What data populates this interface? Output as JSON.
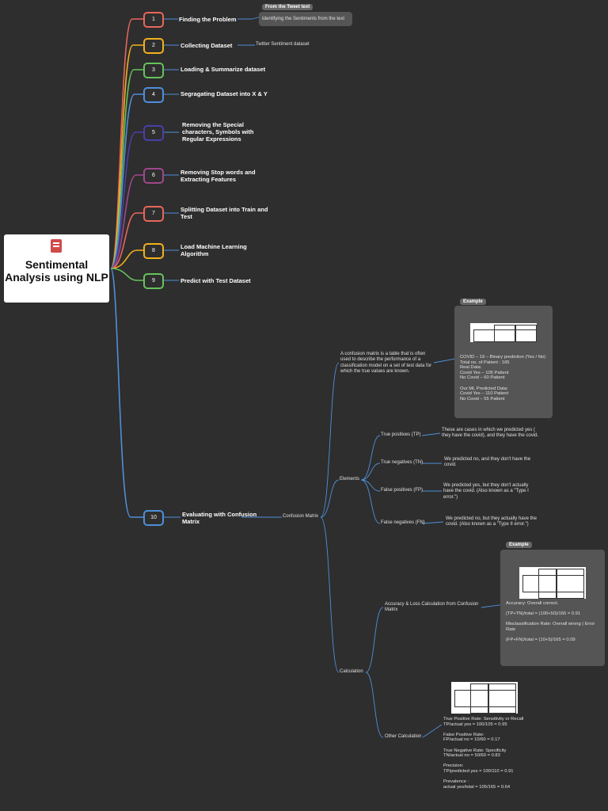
{
  "root": {
    "title": "Sentimental Analysis using NLP"
  },
  "steps": [
    {
      "number": "1",
      "label": "Finding the Problem",
      "color": "#e8665c"
    },
    {
      "number": "2",
      "label": "Collecting Dataset",
      "color": "#f2b01e"
    },
    {
      "number": "3",
      "label": "Loading & Summarize dataset",
      "color": "#66c25c"
    },
    {
      "number": "4",
      "label": "Segragating Dataset into X & Y",
      "color": "#4f8fd9"
    },
    {
      "number": "5",
      "label": "Removing the Special characters, Symbols with Regular Expressions",
      "color": "#4a3fa8"
    },
    {
      "number": "6",
      "label": "Removing Stop words and Extracting Features",
      "color": "#a0478c"
    },
    {
      "number": "7",
      "label": "Splitting Dataset into Train and Test",
      "color": "#e8665c"
    },
    {
      "number": "8",
      "label": "Load Machine Learning Algorithm",
      "color": "#f2b01e"
    },
    {
      "number": "9",
      "label": "Predict with Test Dataset",
      "color": "#66c25c"
    },
    {
      "number": "10",
      "label": "Evaluating with Confusion Matrix",
      "color": "#4f8fd9"
    }
  ],
  "step1_note": {
    "tag": "From the Tweet text",
    "text": "Identifying the Sentiments from the text"
  },
  "step2_note": "Twitter Sentiment dataset",
  "confusion": {
    "label": "Confusion Matrix",
    "definition": "A confusion matrix is a table that is often used to describe the performance of a classification model on a set of test data for which the true values are known.",
    "example_tag": "Example",
    "example_text": "COVID – 19 – Binary prediction (Yes / No)\nTotal no. of Patient : 165\nReal Data:\n  Covid Yes – 105 Patient\n  No Covid – 60 Patient\n\nOur ML Predicted Data:\n  Covid Yes – 110 Patient\n  No Covid – 55 Patient",
    "elements_label": "Elements",
    "elements": [
      {
        "name": "True positives (TP)",
        "desc": "These are cases in which we predicted yes ( they have the covid), and they have the covid."
      },
      {
        "name": "True negatives (TN)",
        "desc": "We predicted no, and they don't have the covid."
      },
      {
        "name": "False positives (FP)",
        "desc": "We predicted yes, but they don't actually have the covid. (Also known as a \"Type I error.\")"
      },
      {
        "name": "False negatives (FN)",
        "desc": "We predicted no, but they actually have the covid. (Also known as a \"Type II error.\")"
      }
    ],
    "calculation_label": "Calculation",
    "accuracy_label": "Accuracy & Loss Calculation from Confusion Matrix",
    "accuracy_example_tag": "Example",
    "accuracy_text": "Accuracy: Overall correct.\n\n(TP+TN)/total = (100+50)/165 = 0.91\n\nMisclassification Rate: Overall wrong | Error Rate\n\n(FP+FN)/total = (10+5)/165 = 0.09",
    "other_label": "Other Calculation",
    "other_text": "True Positive Rate: Sensitivity or Recall\nTP/actual yes = 100/105 = 0.95\n\nFalse Positive Rate:\nFP/actual no = 10/60 = 0.17\n\nTrue Negative Rate: Specificity\nTN/actual no = 50/60 = 0.83\n\nPrecision:\nTP/predicted yes = 100/110 = 0.91\n\nPrevalence :\nactual yes/total = 105/165 = 0.64"
  }
}
